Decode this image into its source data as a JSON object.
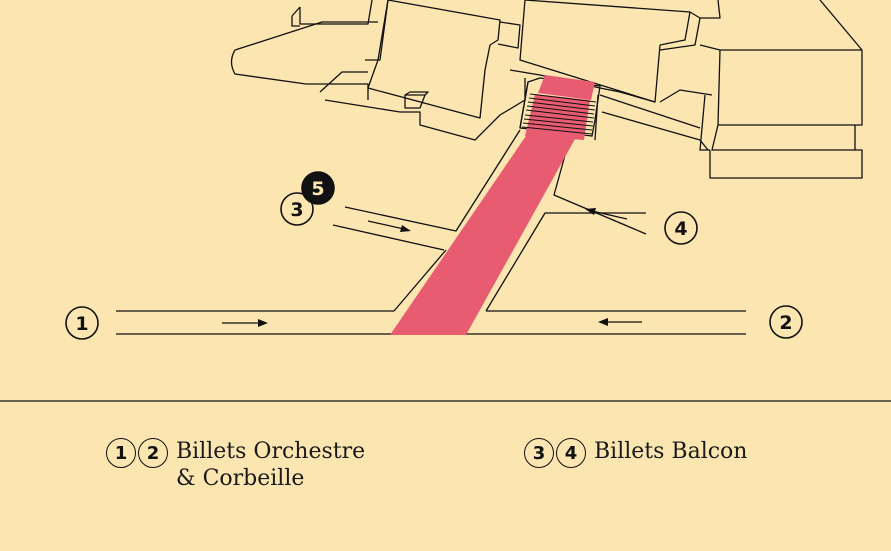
{
  "colors": {
    "background": "#fbe5b1",
    "carpet": "#e85c72",
    "ink": "#111111"
  },
  "badges": [
    "1",
    "2",
    "3",
    "4",
    "5"
  ],
  "legend": [
    {
      "badges": [
        "1",
        "2"
      ],
      "lines": [
        "Billets Orchestre",
        "& Corbeille"
      ]
    },
    {
      "badges": [
        "3",
        "4"
      ],
      "lines": [
        "Billets Balcon"
      ]
    }
  ]
}
